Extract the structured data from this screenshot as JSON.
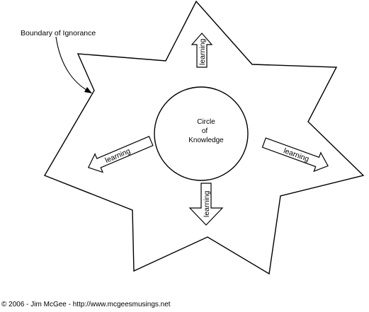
{
  "boundary_label": "Boundary of Ignorance",
  "circle": {
    "line1": "Circle",
    "line2": "of",
    "line3": "Knowledge"
  },
  "arrows": {
    "up": "learning",
    "left": "learning",
    "right": "learning",
    "down": "learning"
  },
  "copyright": "© 2006 - Jim McGee - http://www.mcgeesmusings.net"
}
